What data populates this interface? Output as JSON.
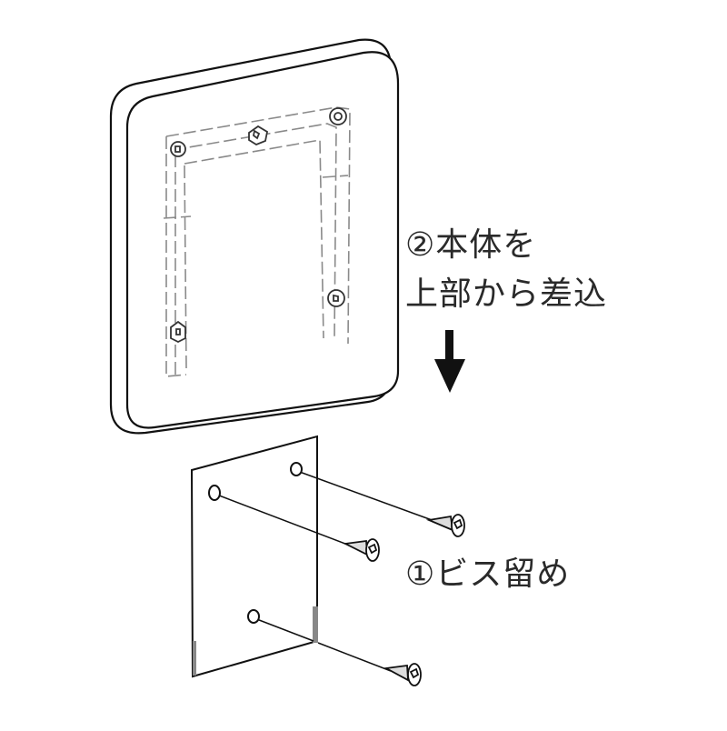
{
  "diagram": {
    "type": "installation-instruction",
    "subject": "wall-mounted plate attached to backing plate with screws",
    "colors": {
      "line": "#111111",
      "text": "#2a2a2a",
      "background": "#ffffff",
      "ghost_line": "#9a9a9a"
    },
    "steps": [
      {
        "number": "①",
        "text": "ビス留め",
        "label": "①ビス留め"
      },
      {
        "number": "②",
        "text_line1": "本体を",
        "text_line2": "上部から差込",
        "label_line1": "②本体を",
        "label_line2": "上部から差込"
      }
    ],
    "arrow": {
      "direction": "down"
    },
    "parts": {
      "main_body": "rounded square cover with hidden mounting frame and 5 screw holes",
      "backing_plate": "thin rectangular plate with 3 screw holes",
      "screws": 3
    }
  }
}
